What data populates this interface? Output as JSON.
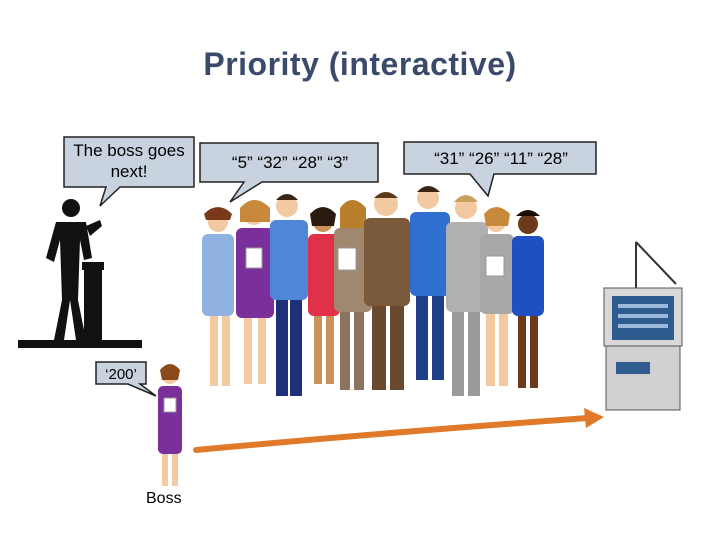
{
  "title": "Priority (interactive)",
  "bubbles": {
    "boss_line1": "The boss goes",
    "boss_line2": "next!",
    "queue_left": "“5” “32” “28” “3”",
    "queue_right": "“31” “26”  “11” “28”",
    "boss_priority": "‘200’"
  },
  "labels": {
    "boss": "Boss"
  },
  "colors": {
    "title": "#3b4a6b",
    "bubble_fill": "#c9d3e0",
    "arrow": "#e07a2a",
    "printer_blue": "#2f5b8f"
  },
  "icons": [
    "speaker-silhouette",
    "people-queue",
    "printer",
    "arrow-right"
  ]
}
